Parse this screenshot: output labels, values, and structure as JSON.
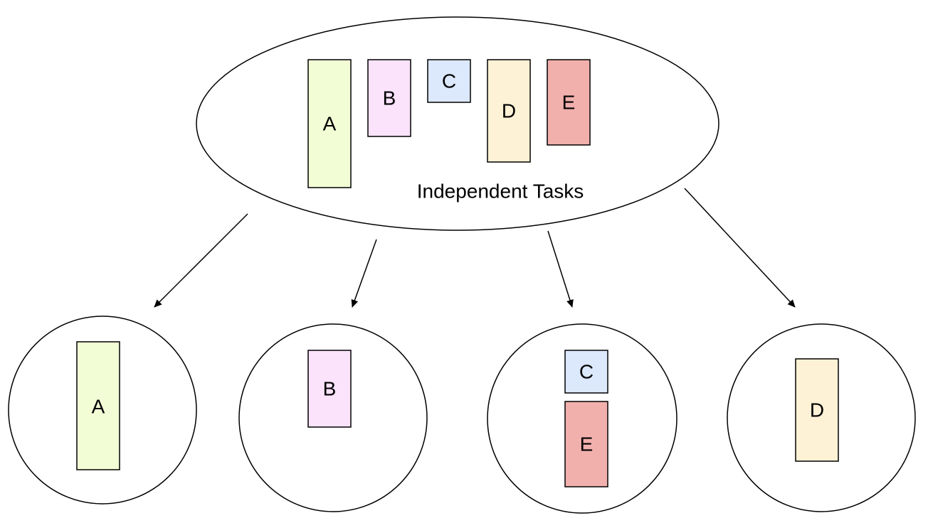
{
  "caption": "Independent Tasks",
  "tasks": {
    "A": {
      "label": "A",
      "color": "#F3FDD5"
    },
    "B": {
      "label": "B",
      "color": "#FAE3FB"
    },
    "C": {
      "label": "C",
      "color": "#DCE8FB"
    },
    "D": {
      "label": "D",
      "color": "#FDF2D5"
    },
    "E": {
      "label": "E",
      "color": "#F2B0AD"
    }
  },
  "pool": [
    "A",
    "B",
    "C",
    "D",
    "E"
  ],
  "workers": [
    [
      "A"
    ],
    [
      "B"
    ],
    [
      "C",
      "E"
    ],
    [
      "D"
    ]
  ]
}
